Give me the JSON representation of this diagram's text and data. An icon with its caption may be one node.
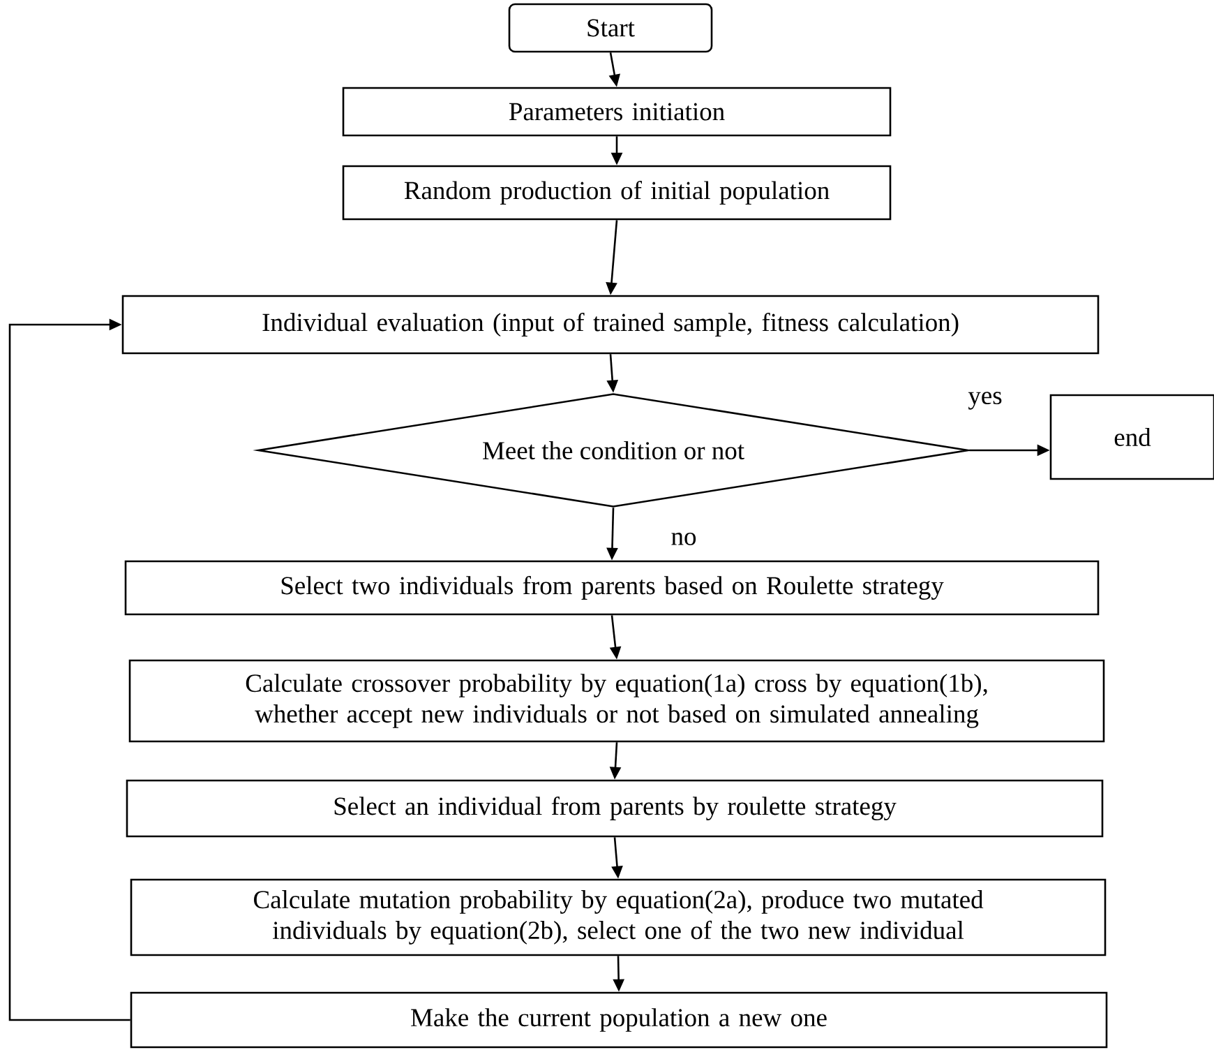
{
  "diagram": {
    "nodes": [
      {
        "text": [
          "Start"
        ]
      },
      {
        "text": [
          "Parameters initiation"
        ]
      },
      {
        "text": [
          "Random production of initial population"
        ]
      },
      {
        "text": [
          "Individual evaluation (input of trained sample, fitness calculation)"
        ]
      },
      {
        "text": [
          "Meet the condition or not"
        ]
      },
      {
        "text": [
          "end"
        ]
      },
      {
        "text": [
          "Select two individuals from parents based on Roulette strategy"
        ]
      },
      {
        "text": [
          "Calculate crossover probability by equation(1a) cross by equation(1b), whether accept new individuals or not based on simulated annealing"
        ]
      },
      {
        "text": [
          "Select an individual from parents by roulette strategy"
        ]
      },
      {
        "text": [
          "Calculate mutation probability by equation(2a), produce two mutated individuals by equation(2b), select one of the two new individual"
        ]
      },
      {
        "text": [
          "Make the current population a new one"
        ]
      }
    ],
    "edges": [
      {
        "from": 0,
        "to": 1,
        "arrow": "to"
      },
      {
        "from": 1,
        "to": 2,
        "arrow": "to"
      },
      {
        "from": 2,
        "to": 3,
        "arrow": "to"
      },
      {
        "from": 3,
        "to": 4,
        "arrow": "to"
      },
      {
        "from": 4,
        "to": 5,
        "arrow": "to",
        "label": "yes"
      },
      {
        "from": 4,
        "to": 6,
        "arrow": "to",
        "label": "no"
      },
      {
        "from": 6,
        "to": 7,
        "arrow": "to"
      },
      {
        "from": 7,
        "to": 8,
        "arrow": "to"
      },
      {
        "from": 8,
        "to": 9,
        "arrow": "to"
      },
      {
        "from": 9,
        "to": 10,
        "arrow": "to"
      },
      {
        "from": 10,
        "to": 3,
        "arrow": "to"
      }
    ]
  }
}
